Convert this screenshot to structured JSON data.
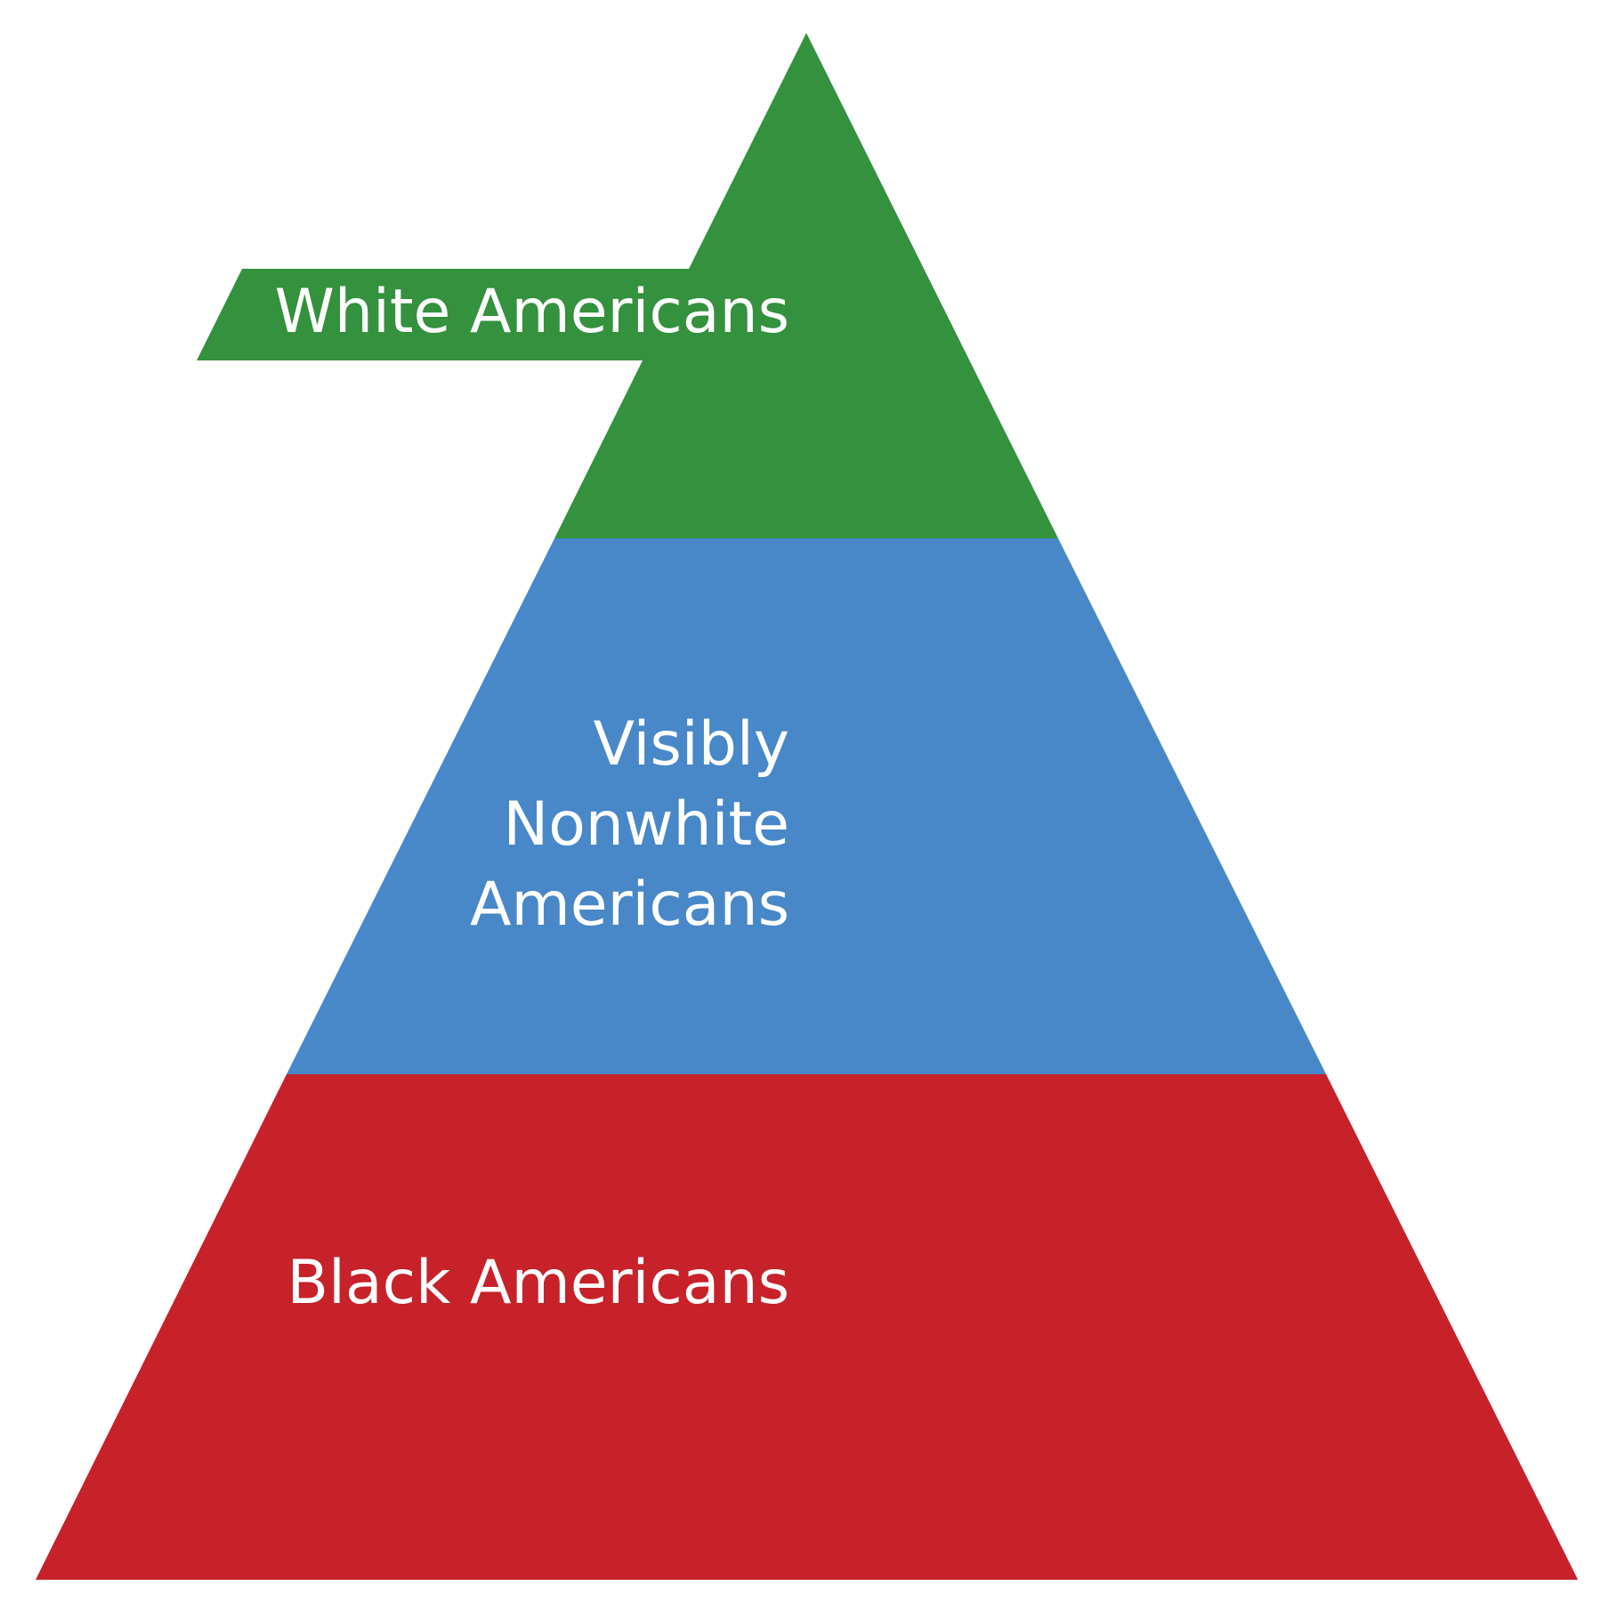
{
  "diagram": {
    "tiers": [
      {
        "id": "top",
        "label_lines": [
          "White Americans"
        ],
        "color": "#34913D"
      },
      {
        "id": "middle",
        "label_lines": [
          "Visibly",
          "Nonwhite",
          "Americans"
        ],
        "color": "#4888C8"
      },
      {
        "id": "bottom",
        "label_lines": [
          "Black Americans"
        ],
        "color": "#C72129"
      }
    ]
  }
}
